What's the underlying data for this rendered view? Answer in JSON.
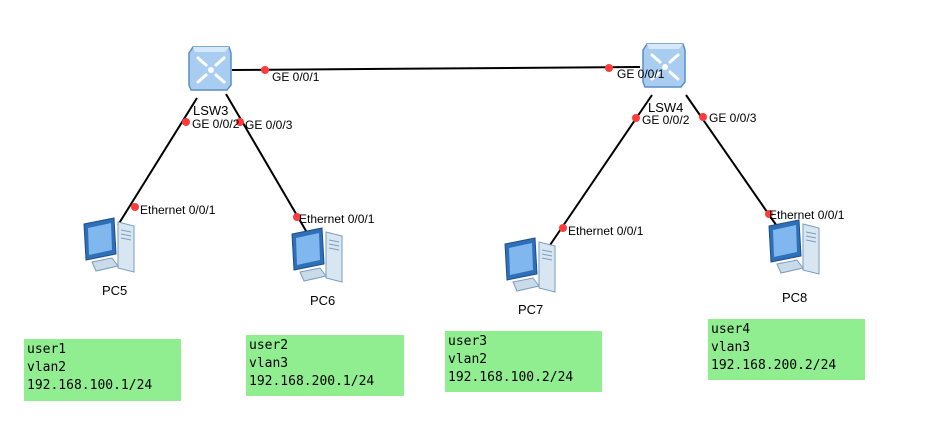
{
  "devices": {
    "lsw3": {
      "name": "LSW3"
    },
    "lsw4": {
      "name": "LSW4"
    },
    "pc5": {
      "name": "PC5"
    },
    "pc6": {
      "name": "PC6"
    },
    "pc7": {
      "name": "PC7"
    },
    "pc8": {
      "name": "PC8"
    }
  },
  "ports": {
    "lsw3_ge001": "GE 0/0/1",
    "lsw3_ge002": "GE 0/0/2",
    "lsw3_ge003": "GE 0/0/3",
    "lsw4_ge001": "GE 0/0/1",
    "lsw4_ge002": "GE 0/0/2",
    "lsw4_ge003": "GE 0/0/3",
    "pc5_eth": "Ethernet 0/0/1",
    "pc6_eth": "Ethernet 0/0/1",
    "pc7_eth": "Ethernet 0/0/1",
    "pc8_eth": "Ethernet 0/0/1"
  },
  "notes": {
    "user1": {
      "user": "user1",
      "vlan": "vlan2",
      "ip": "192.168.100.1/24"
    },
    "user2": {
      "user": "user2",
      "vlan": "vlan3",
      "ip": "192.168.200.1/24"
    },
    "user3": {
      "user": "user3",
      "vlan": "vlan2",
      "ip": "192.168.100.2/24"
    },
    "user4": {
      "user": "user4",
      "vlan": "vlan3",
      "ip": "192.168.200.2/24"
    }
  },
  "colors": {
    "link": "#000000",
    "port_dot": "#ff3b3b",
    "note_bg": "#90ee90",
    "switch_body": "#a9cdf0",
    "pc_screen": "#5f9fe0"
  },
  "icons": {
    "switch": "switch-icon",
    "pc": "pc-icon"
  }
}
